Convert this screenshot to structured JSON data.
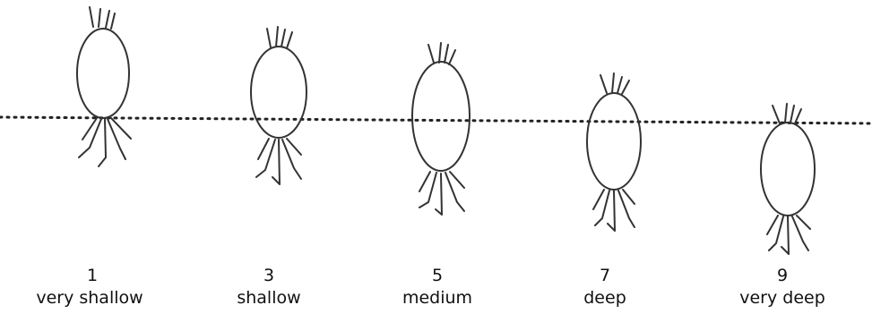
{
  "diagram": {
    "items": [
      {
        "number": "1",
        "label": "very shallow"
      },
      {
        "number": "3",
        "label": "shallow"
      },
      {
        "number": "5",
        "label": "medium"
      },
      {
        "number": "7",
        "label": "deep"
      },
      {
        "number": "9",
        "label": "very deep"
      }
    ]
  }
}
